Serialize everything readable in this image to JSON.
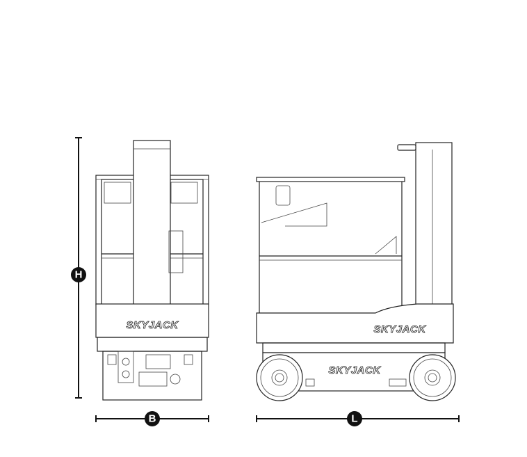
{
  "dimensions": {
    "height_label": "H",
    "width_label": "B",
    "length_label": "L"
  },
  "branding": {
    "logo_text": "SKYJACK"
  }
}
